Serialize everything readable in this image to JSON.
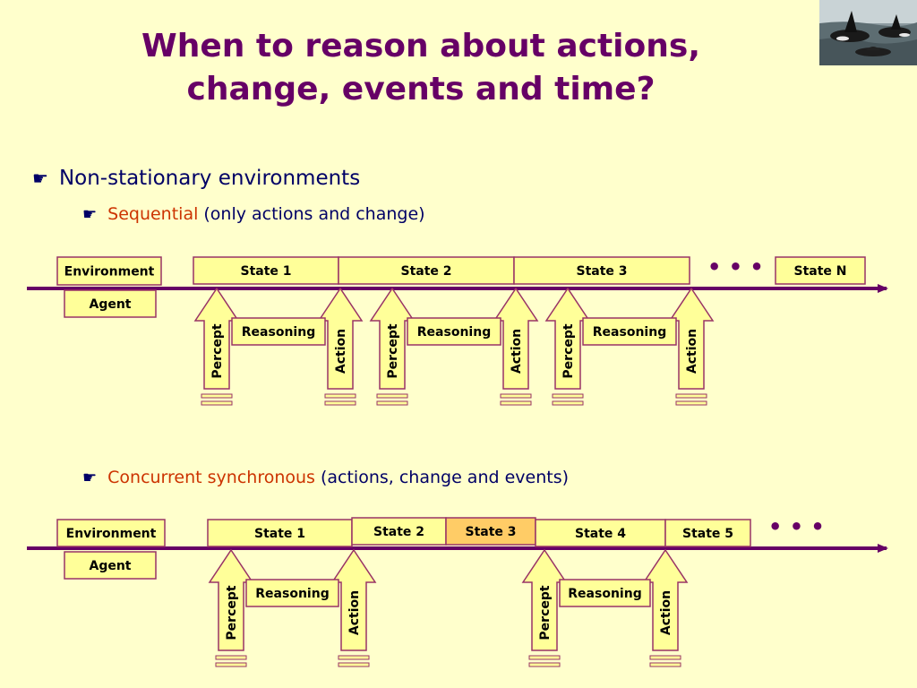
{
  "slide": {
    "title_line1": "When to reason about actions,",
    "title_line2": "change, events and time?",
    "bullet_l1": "Non-stationary environments",
    "bullet_seq_red": "Sequential",
    "bullet_seq_rest": "(only actions and change)",
    "bullet_conc_red": "Concurrent synchronous",
    "bullet_conc_rest": "(actions, change and events)",
    "bullet_icon": "pointing-hand-icon",
    "photo_icon": "orca-photo-icon"
  },
  "colors": {
    "title": "#660066",
    "timeline": "#660066",
    "box_fill": "#ffff99",
    "box_border": "#993366",
    "highlight_fill": "#ffcc66",
    "red_text": "#cc3300",
    "body_text": "#000066"
  },
  "diagram1": {
    "environment": "Environment",
    "agent": "Agent",
    "states": [
      "State 1",
      "State 2",
      "State 3"
    ],
    "ellipsis": "• • •",
    "state_n": "State N",
    "percept": "Percept",
    "action": "Action",
    "reasoning": "Reasoning"
  },
  "diagram2": {
    "environment": "Environment",
    "agent": "Agent",
    "states": [
      "State 1",
      "State 2",
      "State 3",
      "State 4",
      "State 5"
    ],
    "highlighted_state": "State 3",
    "ellipsis": "• • •",
    "percept": "Percept",
    "action": "Action",
    "reasoning": "Reasoning"
  }
}
